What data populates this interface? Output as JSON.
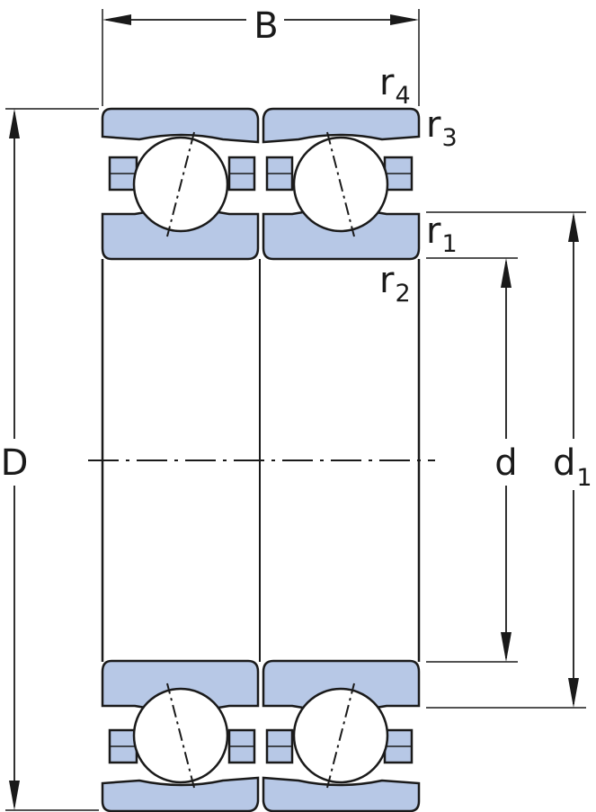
{
  "labels": {
    "width": "B",
    "outer_diameter": "D",
    "bore_diameter": "d",
    "shoulder_diameter": {
      "base": "d",
      "sub": "1"
    },
    "r1": {
      "base": "r",
      "sub": "1"
    },
    "r2": {
      "base": "r",
      "sub": "2"
    },
    "r3": {
      "base": "r",
      "sub": "3"
    },
    "r4": {
      "base": "r",
      "sub": "4"
    }
  },
  "colors": {
    "ring_fill": "#b7c8e6",
    "line": "#1a1a1a",
    "background": "#ffffff"
  }
}
